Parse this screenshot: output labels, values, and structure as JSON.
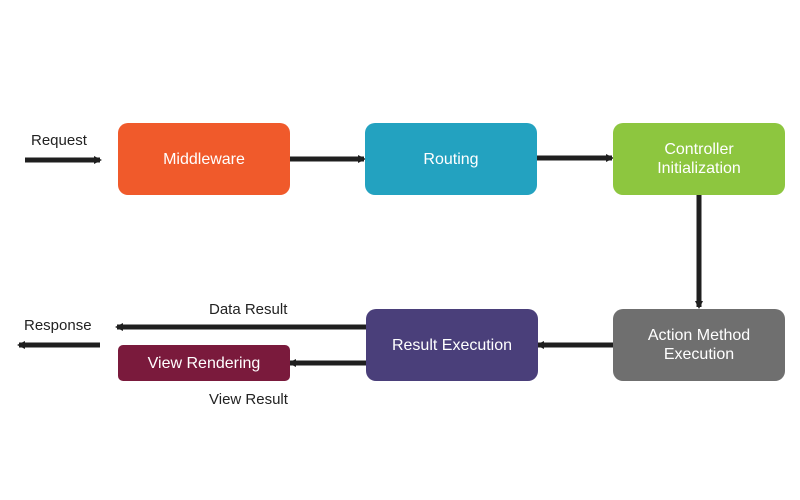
{
  "diagram": {
    "colors": {
      "arrow": "#1f1f1f",
      "middleware": "#f05a2b",
      "routing": "#23a2c0",
      "controller": "#8dc63f",
      "action": "#6f6f6f",
      "result": "#4a3f7a",
      "view_rendering": "#7a1a3c"
    },
    "nodes": {
      "middleware": "Middleware",
      "routing": "Routing",
      "controller": "Controller\nInitialization",
      "action": "Action Method\nExecution",
      "result": "Result Execution",
      "view_rendering": "View Rendering"
    },
    "labels": {
      "request": "Request",
      "response": "Response",
      "data_result": "Data Result",
      "view_result": "View Result"
    },
    "edges": [
      {
        "from": "request",
        "to": "middleware"
      },
      {
        "from": "middleware",
        "to": "routing"
      },
      {
        "from": "routing",
        "to": "controller"
      },
      {
        "from": "controller",
        "to": "action"
      },
      {
        "from": "action",
        "to": "result"
      },
      {
        "from": "result",
        "to": "response",
        "label": "Data Result"
      },
      {
        "from": "result",
        "to": "view_rendering"
      },
      {
        "from": "view_rendering",
        "to": "response",
        "label": "View Result"
      }
    ]
  }
}
